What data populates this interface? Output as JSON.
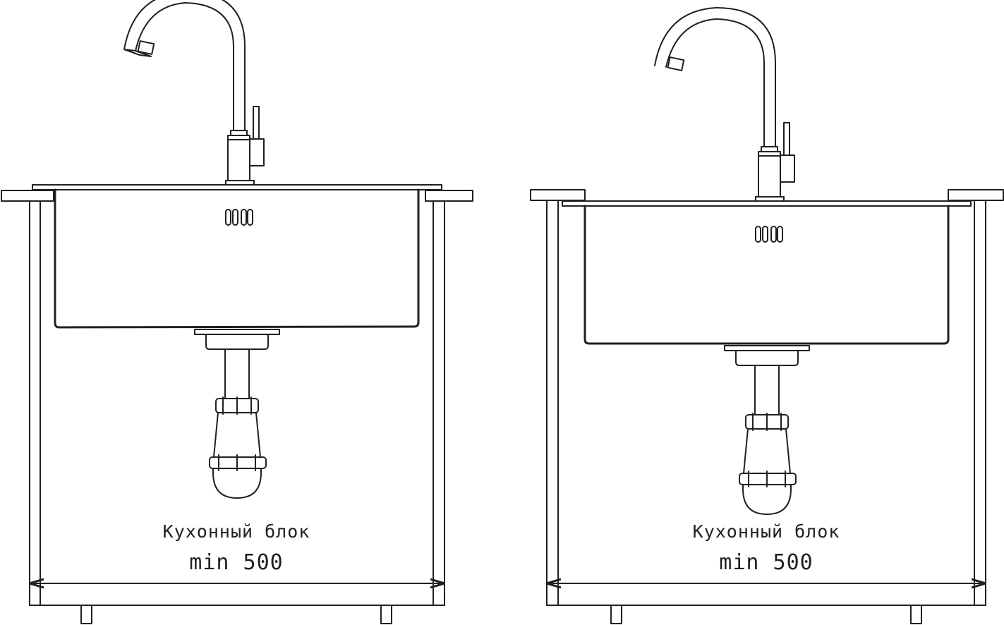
{
  "figures": [
    {
      "id": "left",
      "variant": "overmount",
      "label_unit": "Кухонный блок",
      "label_min": "min 500"
    },
    {
      "id": "right",
      "variant": "flush",
      "label_unit": "Кухонный блок",
      "label_min": "min 500"
    }
  ],
  "colors": {
    "line": "#231f20",
    "background": "#ffffff"
  }
}
